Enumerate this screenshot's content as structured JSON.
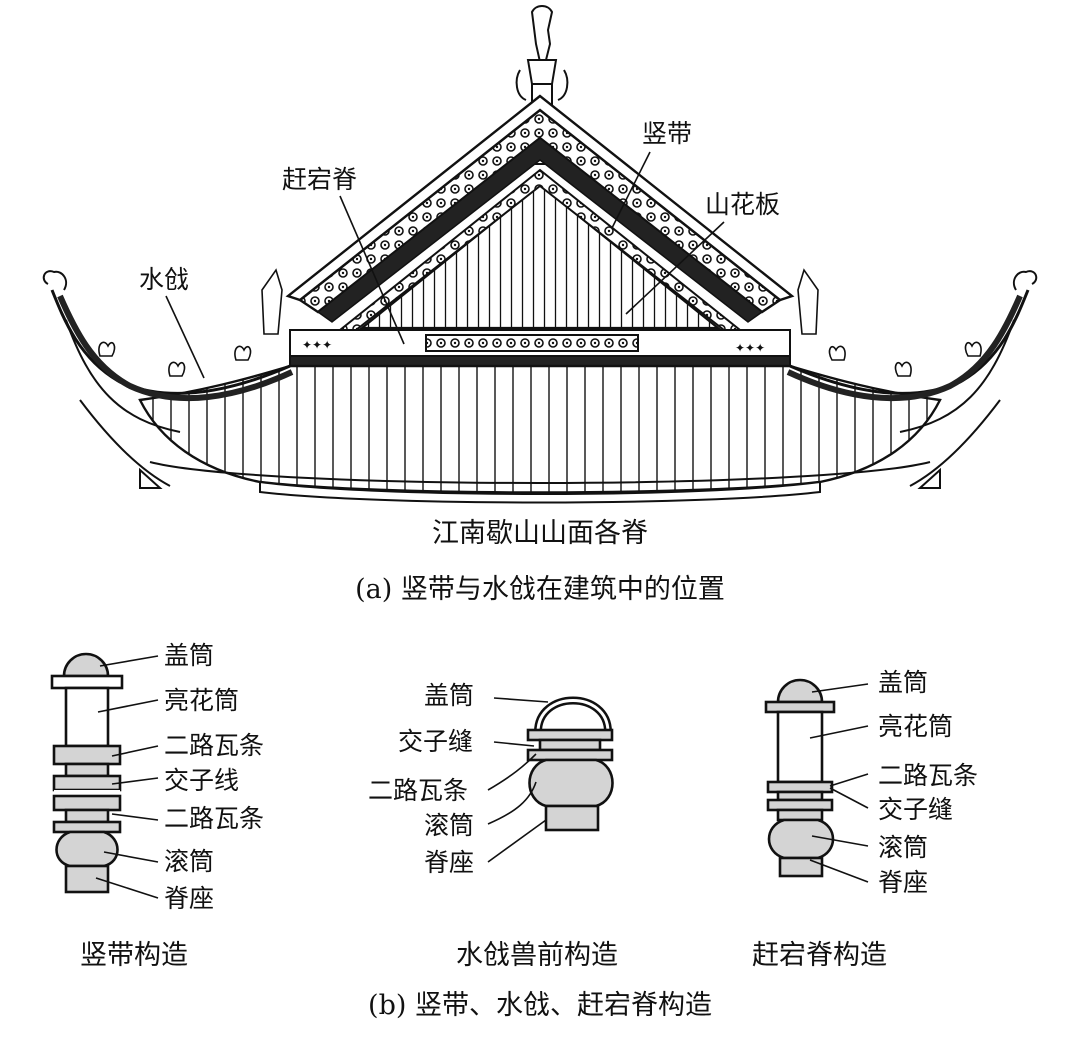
{
  "part_a": {
    "labels": {
      "shudai": "竖带",
      "gandangji": "赶宕脊",
      "shanhuaban": "山花板",
      "shuiqiang": "水戗"
    },
    "title": "江南歇山山面各脊",
    "caption": "(a) 竖带与水戗在建筑中的位置"
  },
  "part_b": {
    "shudai_section": {
      "labels": [
        "盖筒",
        "亮花筒",
        "二路瓦条",
        "交子线",
        "二路瓦条",
        "滚筒",
        "脊座"
      ],
      "caption": "竖带构造"
    },
    "shuiqiang_section": {
      "labels": [
        "盖筒",
        "交子缝",
        "二路瓦条",
        "滚筒",
        "脊座"
      ],
      "caption": "水戗兽前构造"
    },
    "gandangji_section": {
      "labels": [
        "盖筒",
        "亮花筒",
        "二路瓦条",
        "交子缝",
        "滚筒",
        "脊座"
      ],
      "caption": "赶宕脊构造"
    },
    "caption": "(b) 竖带、水戗、赶宕脊构造"
  },
  "colors": {
    "ink": "#111111",
    "shade": "#d4d4d4",
    "paper": "#ffffff"
  }
}
